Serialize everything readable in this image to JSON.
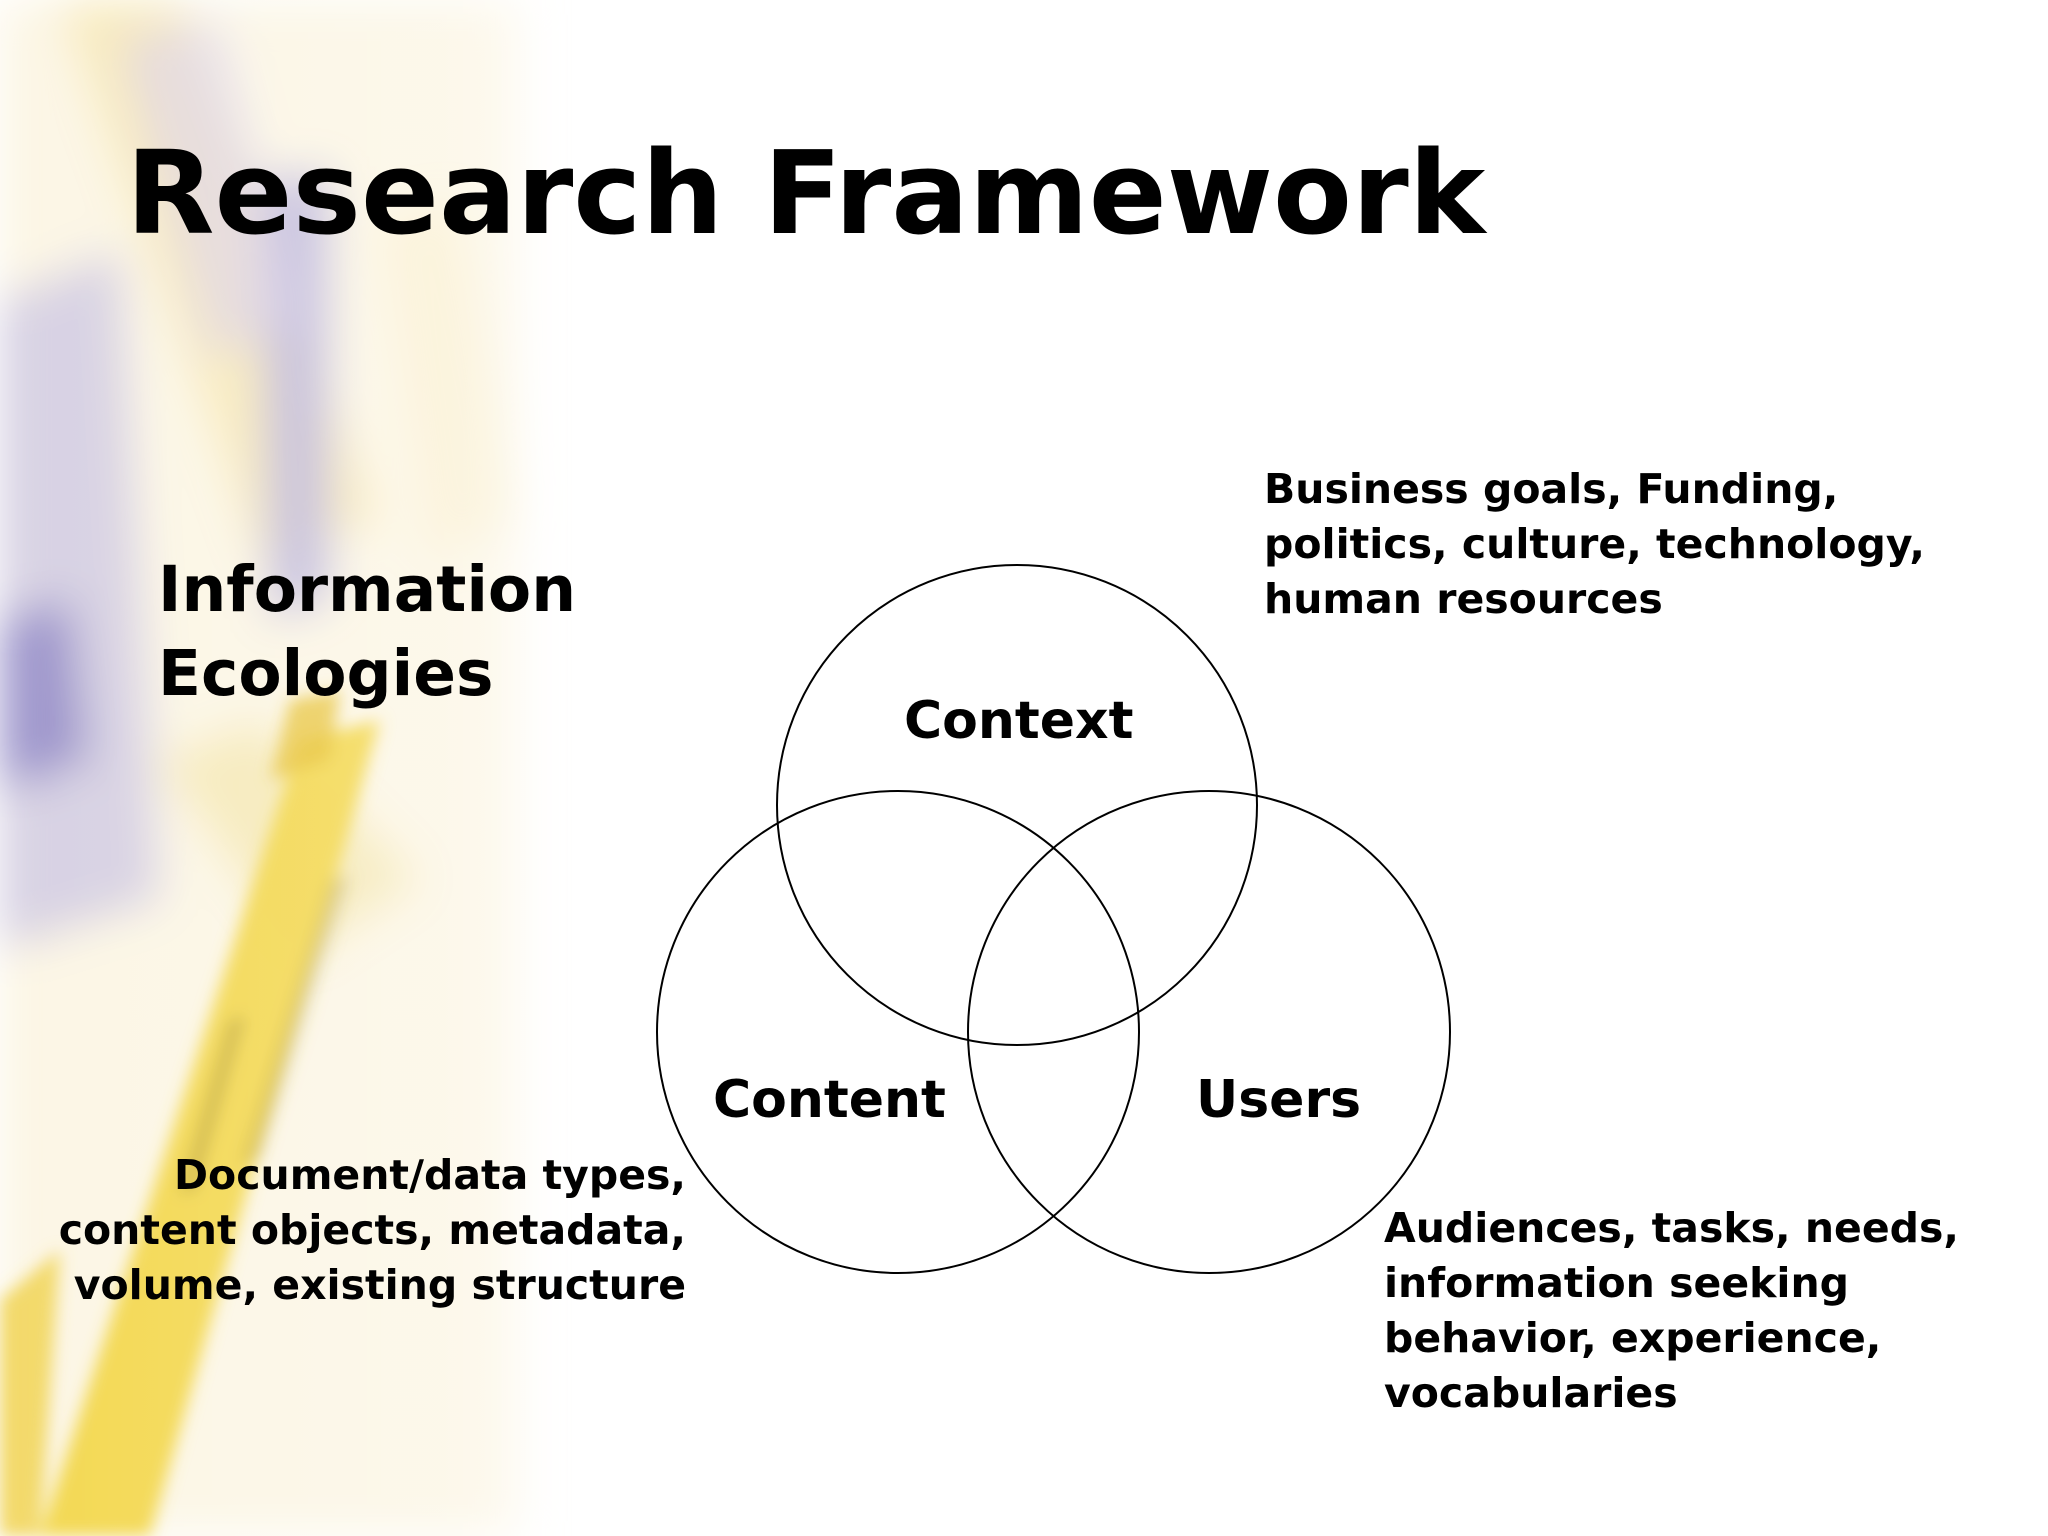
{
  "slide": {
    "title": "Research Framework",
    "subtitle_lines": [
      "Information",
      "Ecologies"
    ]
  },
  "venn": {
    "circles": [
      {
        "label": "Context"
      },
      {
        "label": "Content"
      },
      {
        "label": "Users"
      }
    ]
  },
  "notes": {
    "context": [
      "Business goals, Funding,",
      "politics, culture, technology,",
      "human resources"
    ],
    "content": [
      "Document/data types,",
      "content objects, metadata,",
      "volume, existing structure"
    ],
    "users": [
      "Audiences, tasks, needs,",
      "information seeking",
      "behavior, experience,",
      "vocabularies"
    ]
  },
  "background": {
    "description_icon": "ruler-tape-photo",
    "colors": {
      "tape_yellow": "#f2d64a",
      "lavender": "#b9b3da",
      "cream": "#fbf3dc"
    }
  }
}
